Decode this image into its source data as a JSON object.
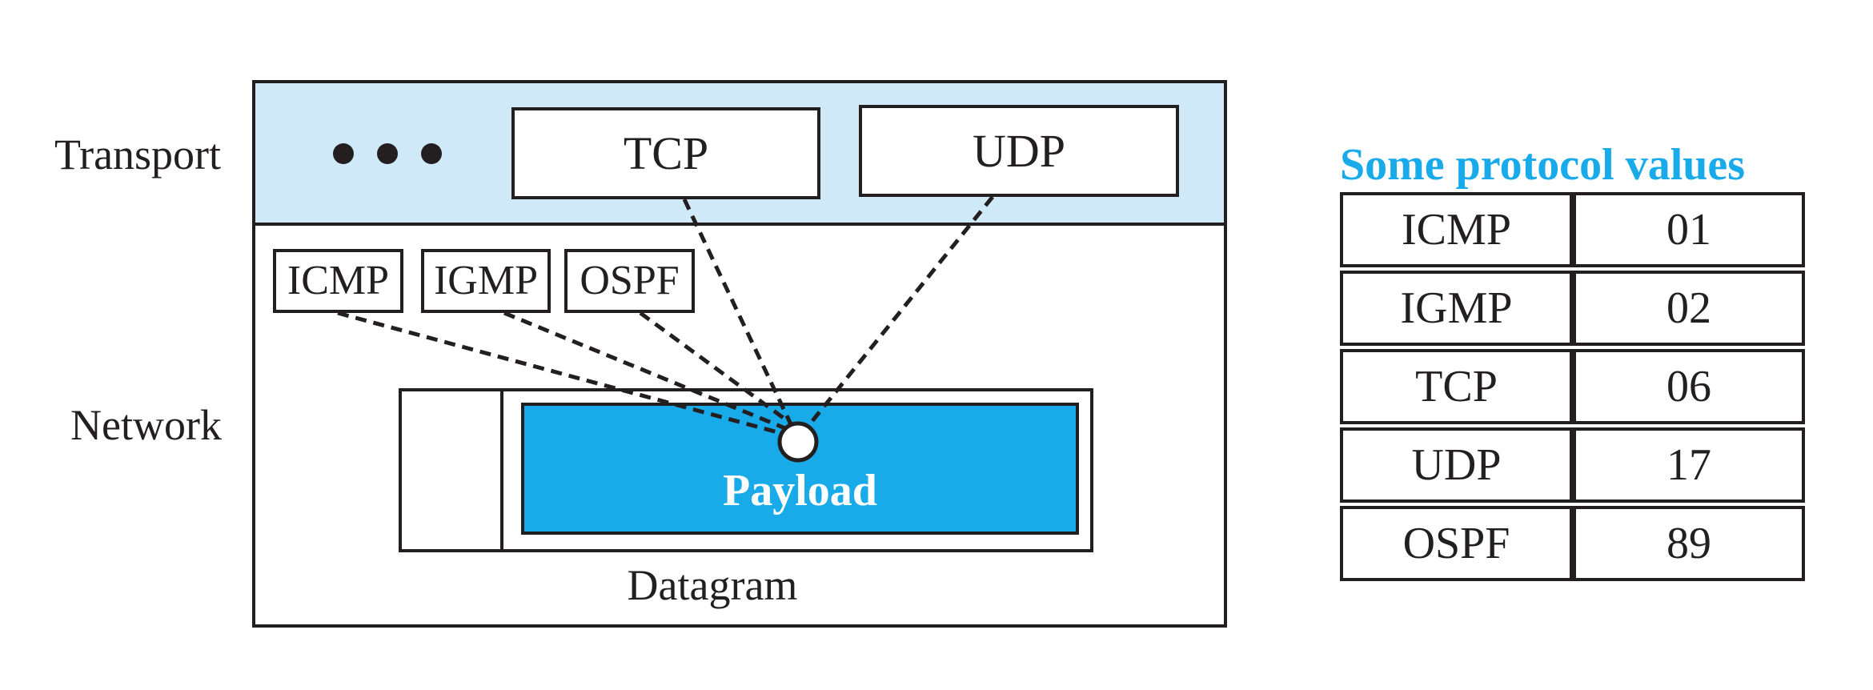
{
  "layers": {
    "transport_label": "Transport",
    "network_label": "Network"
  },
  "transport_protocols": {
    "ellipsis": "• • •",
    "tcp": "TCP",
    "udp": "UDP"
  },
  "network_protocols": {
    "icmp": "ICMP",
    "igmp": "IGMP",
    "ospf": "OSPF"
  },
  "datagram": {
    "payload_label": "Payload",
    "datagram_label": "Datagram"
  },
  "protocol_table": {
    "title": "Some protocol values",
    "rows": [
      {
        "name": "ICMP",
        "value": "01"
      },
      {
        "name": "IGMP",
        "value": "02"
      },
      {
        "name": "TCP",
        "value": "06"
      },
      {
        "name": "UDP",
        "value": "17"
      },
      {
        "name": "OSPF",
        "value": "89"
      }
    ]
  },
  "colors": {
    "transport_band": "#cfe9f9",
    "payload_fill": "#19abe9",
    "title_accent": "#19abe9",
    "stroke": "#231f20"
  }
}
